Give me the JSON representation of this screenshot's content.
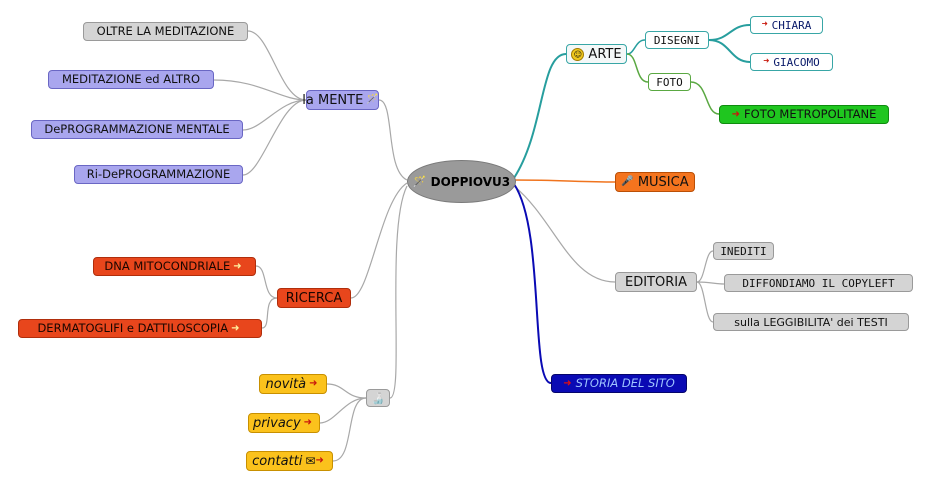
{
  "center": {
    "label": "DOPPIOVU3",
    "icon": "magic-wand-icon"
  },
  "left": {
    "mente": {
      "label": "la MENTE",
      "icon": "magic-wand-icon",
      "children": [
        "OLTRE LA MEDITAZIONE",
        "MEDITAZIONE ed ALTRO",
        "DePROGRAMMAZIONE MENTALE",
        "Ri-DePROGRAMMAZIONE"
      ]
    },
    "ricerca": {
      "label": "RICERCA",
      "children": [
        "DNA MITOCONDRIALE",
        "DERMATOGLIFI e DATTILOSCOPIA"
      ]
    },
    "misc": {
      "icon": "bottle-icon",
      "children": [
        "novità",
        "privacy",
        "contatti"
      ],
      "envelope_icon": "envelope-icon"
    }
  },
  "right": {
    "arte": {
      "label": "ARTE",
      "icon": "smiley-icon",
      "disegni": {
        "label": "DISEGNI",
        "children": [
          "CHIARA",
          "GIACOMO"
        ]
      },
      "foto": {
        "label": "FOTO",
        "children": [
          "FOTO METROPOLITANE"
        ]
      }
    },
    "musica": {
      "label": "MUSICA",
      "icon": "microphone-icon"
    },
    "editoria": {
      "label": "EDITORIA",
      "children": [
        "INEDITI",
        "DIFFONDIAMO IL COPYLEFT",
        "sulla LEGGIBILITA' dei TESTI"
      ]
    },
    "storia": {
      "label": "STORIA DEL SITO"
    }
  },
  "colors": {
    "gray_edge": "#a8a8a8",
    "teal": "#279e9e",
    "green": "#5aa842",
    "orange": "#f0741e",
    "blue": "#0a0ab4",
    "arrow": "#c8180c"
  }
}
